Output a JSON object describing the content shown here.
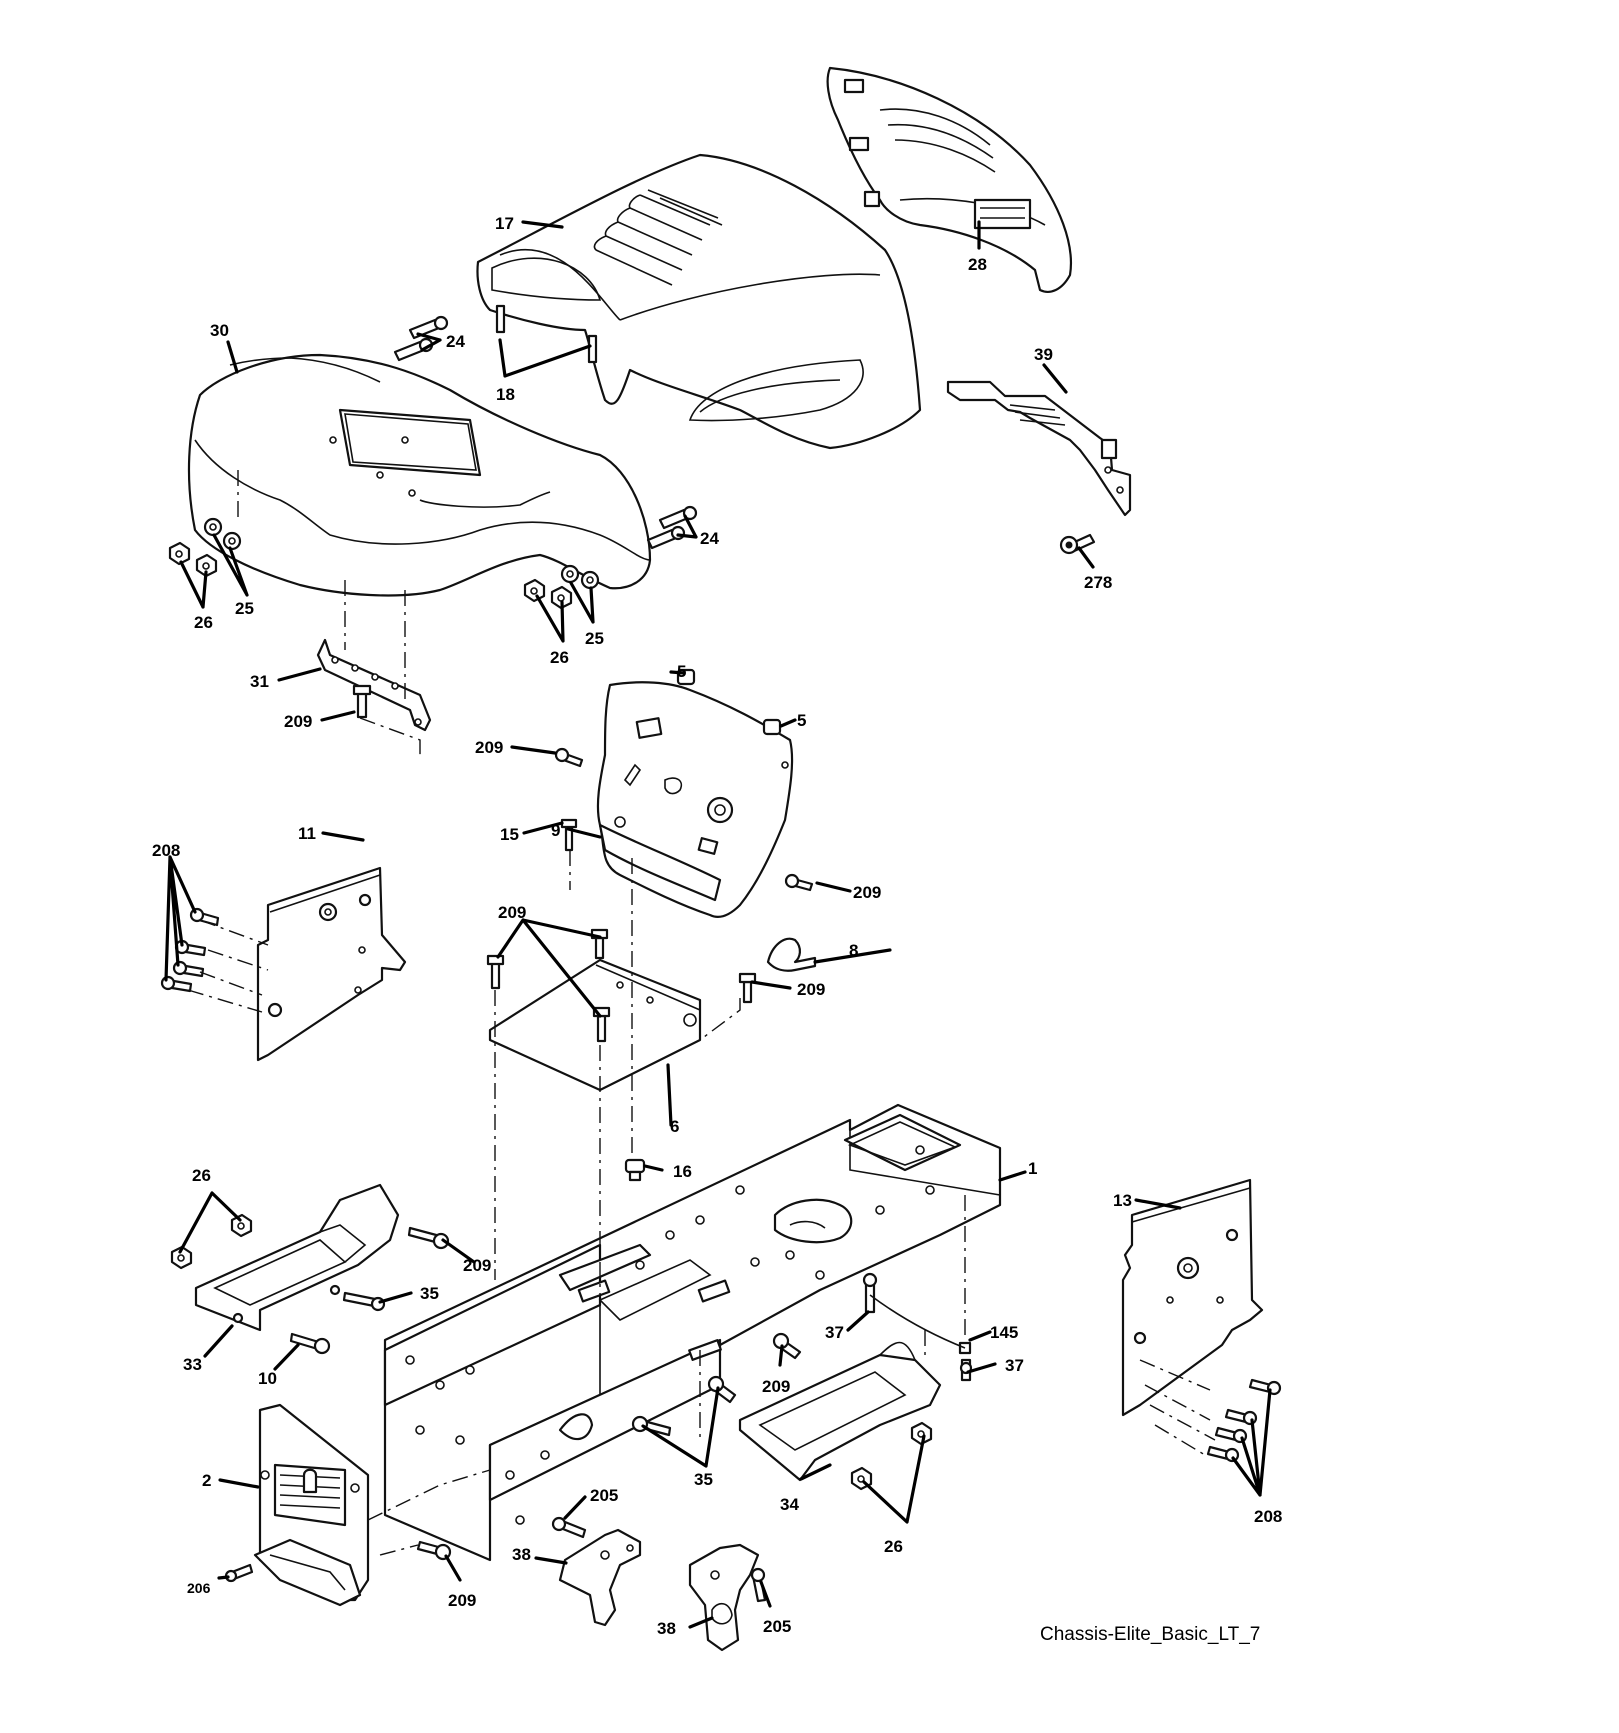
{
  "caption": "Chassis-Elite_Basic_LT_7",
  "callouts": {
    "c17": "17",
    "c28": "28",
    "c30": "30",
    "c24a": "24",
    "c18": "18",
    "c39": "39",
    "c24b": "24",
    "c25a": "25",
    "c26a": "26",
    "c278": "278",
    "c26b": "26",
    "c25b": "25",
    "c31": "31",
    "c209a": "209",
    "c5a": "5",
    "c5b": "5",
    "c209b": "209",
    "c9": "9",
    "c15": "15",
    "c11": "11",
    "c208a": "208",
    "c209c": "209",
    "c209d": "209",
    "c8": "8",
    "c209e": "209",
    "c6": "6",
    "c16": "16",
    "c1": "1",
    "c26c": "26",
    "c13": "13",
    "c209f": "209",
    "c35a": "35",
    "c33": "33",
    "c10": "10",
    "c37a": "37",
    "c145": "145",
    "c37b": "37",
    "c209g": "209",
    "c35b": "35",
    "c2": "2",
    "c205a": "205",
    "c34": "34",
    "c26d": "26",
    "c208b": "208",
    "c38a": "38",
    "c206": "206",
    "c209h": "209",
    "c38b": "38",
    "c205b": "205"
  }
}
